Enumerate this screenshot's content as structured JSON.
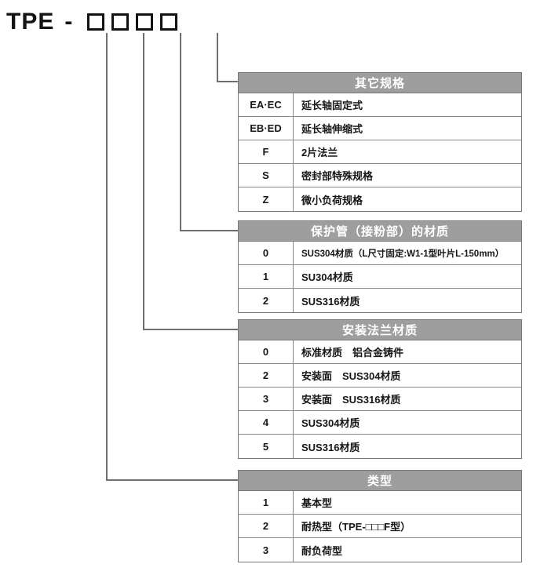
{
  "model_code": {
    "prefix": "TPE",
    "separator": "-",
    "box_count": 4,
    "box_label": "empty-selection-box"
  },
  "tables": [
    {
      "id": "other-specs",
      "title": "其它规格",
      "rows": [
        {
          "code": "EA·EC",
          "desc": "延长轴固定式"
        },
        {
          "code": "EB·ED",
          "desc": "延长轴伸缩式"
        },
        {
          "code": "F",
          "desc": "2片法兰"
        },
        {
          "code": "S",
          "desc": "密封部特殊规格"
        },
        {
          "code": "Z",
          "desc": "微小负荷规格"
        }
      ]
    },
    {
      "id": "protection-tube-material",
      "title": "保护管（接粉部）的材质",
      "rows": [
        {
          "code": "0",
          "desc": "SUS304材质（L尺寸固定:W1-1型叶片L-150mm）",
          "small": true
        },
        {
          "code": "1",
          "desc": "SU304材质"
        },
        {
          "code": "2",
          "desc": "SUS316材质"
        }
      ]
    },
    {
      "id": "mounting-flange-material",
      "title": "安装法兰材质",
      "rows": [
        {
          "code": "0",
          "desc": "标准材质　铝合金铸件"
        },
        {
          "code": "2",
          "desc": "安装面　SUS304材质"
        },
        {
          "code": "3",
          "desc": "安装面　SUS316材质"
        },
        {
          "code": "4",
          "desc": "SUS304材质"
        },
        {
          "code": "5",
          "desc": "SUS316材质"
        }
      ]
    },
    {
      "id": "type",
      "title": "类型",
      "rows": [
        {
          "code": "1",
          "desc": "基本型"
        },
        {
          "code": "2",
          "desc": "耐热型（TPE-□□□F型）"
        },
        {
          "code": "3",
          "desc": "耐负荷型"
        }
      ]
    }
  ],
  "colors": {
    "header_bg": "#9e9e9e",
    "header_text": "#ffffff",
    "border": "#777777",
    "connector": "#6f6f6f",
    "box_border": "#121212",
    "text": "#161616"
  }
}
